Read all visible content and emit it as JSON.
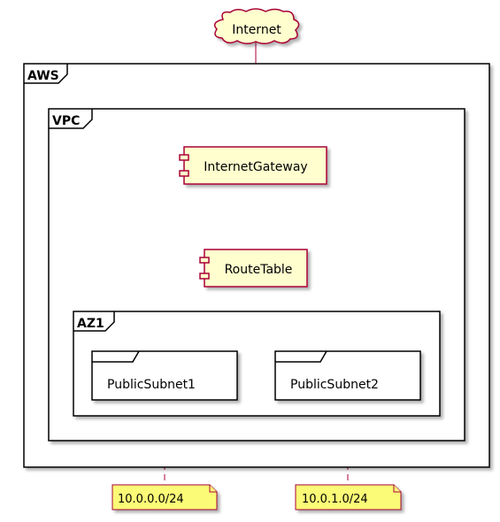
{
  "diagram": {
    "cloud": {
      "label": "Internet"
    },
    "frames": {
      "aws": {
        "label": "AWS"
      },
      "vpc": {
        "label": "VPC"
      },
      "az1": {
        "label": "AZ1"
      }
    },
    "components": {
      "internet_gateway": {
        "label": "InternetGateway"
      },
      "route_table": {
        "label": "RouteTable"
      }
    },
    "folders": {
      "public_subnet_1": {
        "label": "PublicSubnet1"
      },
      "public_subnet_2": {
        "label": "PublicSubnet2"
      }
    },
    "notes": {
      "note_1": {
        "label": "10.0.0.0/24"
      },
      "note_2": {
        "label": "10.0.1.0/24"
      }
    },
    "colors": {
      "element_fill": "#FEFECE",
      "element_border": "#A80036",
      "frame_border": "#000000",
      "note_fill": "#FBFB77",
      "note_border": "#A80036",
      "shadow": "#C8C8C8"
    }
  }
}
